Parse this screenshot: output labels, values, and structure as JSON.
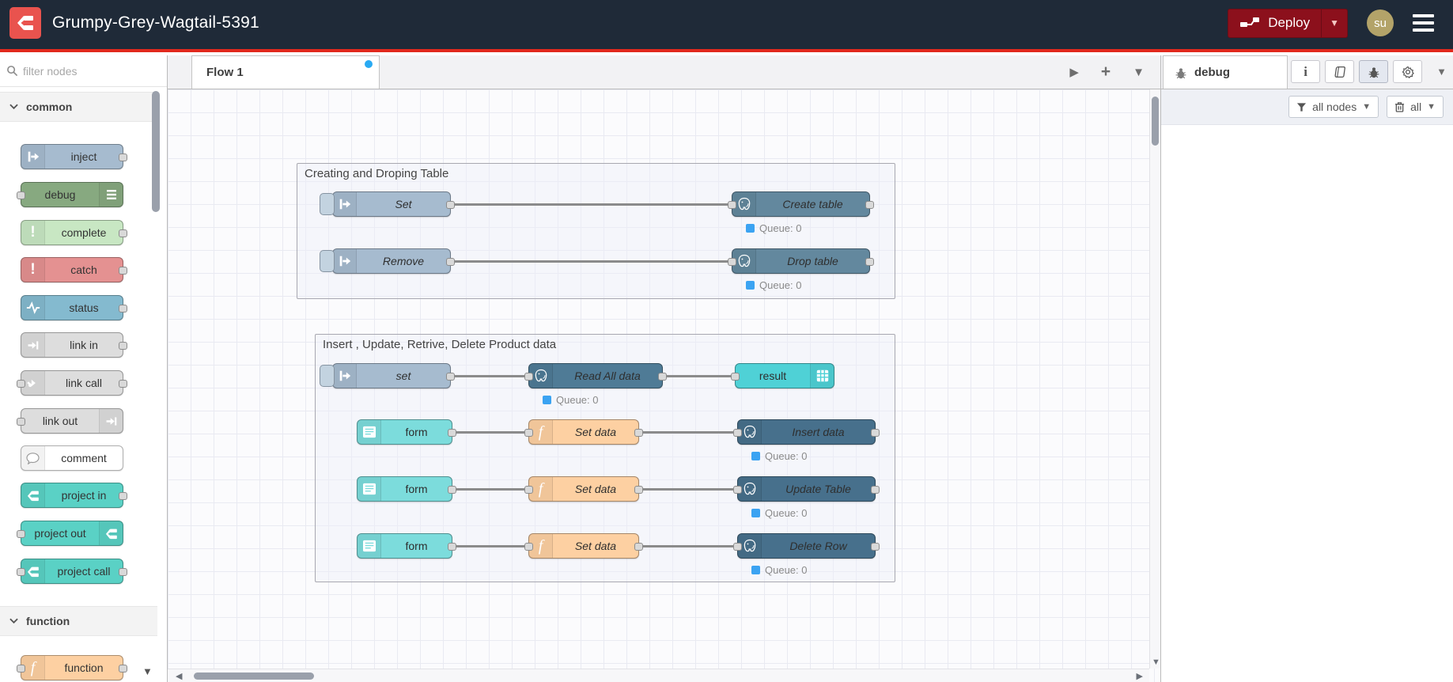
{
  "header": {
    "title": "Grumpy-Grey-Wagtail-5391",
    "deploy_label": "Deploy",
    "avatar_initials": "su"
  },
  "palette": {
    "search_placeholder": "filter nodes",
    "categories": [
      {
        "label": "common",
        "items": [
          {
            "label": "inject"
          },
          {
            "label": "debug"
          },
          {
            "label": "complete"
          },
          {
            "label": "catch"
          },
          {
            "label": "status"
          },
          {
            "label": "link in"
          },
          {
            "label": "link call"
          },
          {
            "label": "link out"
          },
          {
            "label": "comment"
          },
          {
            "label": "project in"
          },
          {
            "label": "project out"
          },
          {
            "label": "project call"
          }
        ]
      },
      {
        "label": "function",
        "items": [
          {
            "label": "function"
          }
        ]
      }
    ]
  },
  "workspace": {
    "tab_label": "Flow 1",
    "queue_label": "Queue: 0",
    "groups": [
      {
        "title": "Creating and Droping Table"
      },
      {
        "title": "Insert , Update, Retrive, Delete Product data"
      }
    ],
    "nodes": {
      "set1": "Set",
      "create_table": "Create table",
      "remove": "Remove",
      "drop_table": "Drop table",
      "set2": "set",
      "read_all": "Read All data",
      "result": "result",
      "form": "form",
      "set_data": "Set data",
      "insert": "Insert data",
      "update": "Update Table",
      "delete_row": "Delete Row"
    }
  },
  "debug_panel": {
    "tab_label": "debug",
    "filter_label": "all nodes",
    "clear_label": "all"
  },
  "colors": {
    "header_bg": "#1f2a38",
    "accent_red": "#e1291d",
    "deploy_red": "#8C101C",
    "logo_red": "#e9534e",
    "avatar_bg": "#b3a369",
    "tab_dot_blue": "#29aaf3",
    "queue_blue": "#3ba3f2",
    "node_inject": "#a6bbcf",
    "node_debug": "#87a980",
    "node_complete": "#c8e7c3",
    "node_catch": "#e49191",
    "node_status": "#84bacf",
    "node_link": "#dddddd",
    "node_comment": "#ffffff",
    "node_project": "#5ad1c5",
    "node_function": "#fdd0a2",
    "node_postgres_light": "#63889e",
    "node_postgres": "#4f7b96",
    "node_postgres_dark": "#47708c",
    "node_form": "#7cdcdc",
    "node_result": "#4fd1d6"
  }
}
